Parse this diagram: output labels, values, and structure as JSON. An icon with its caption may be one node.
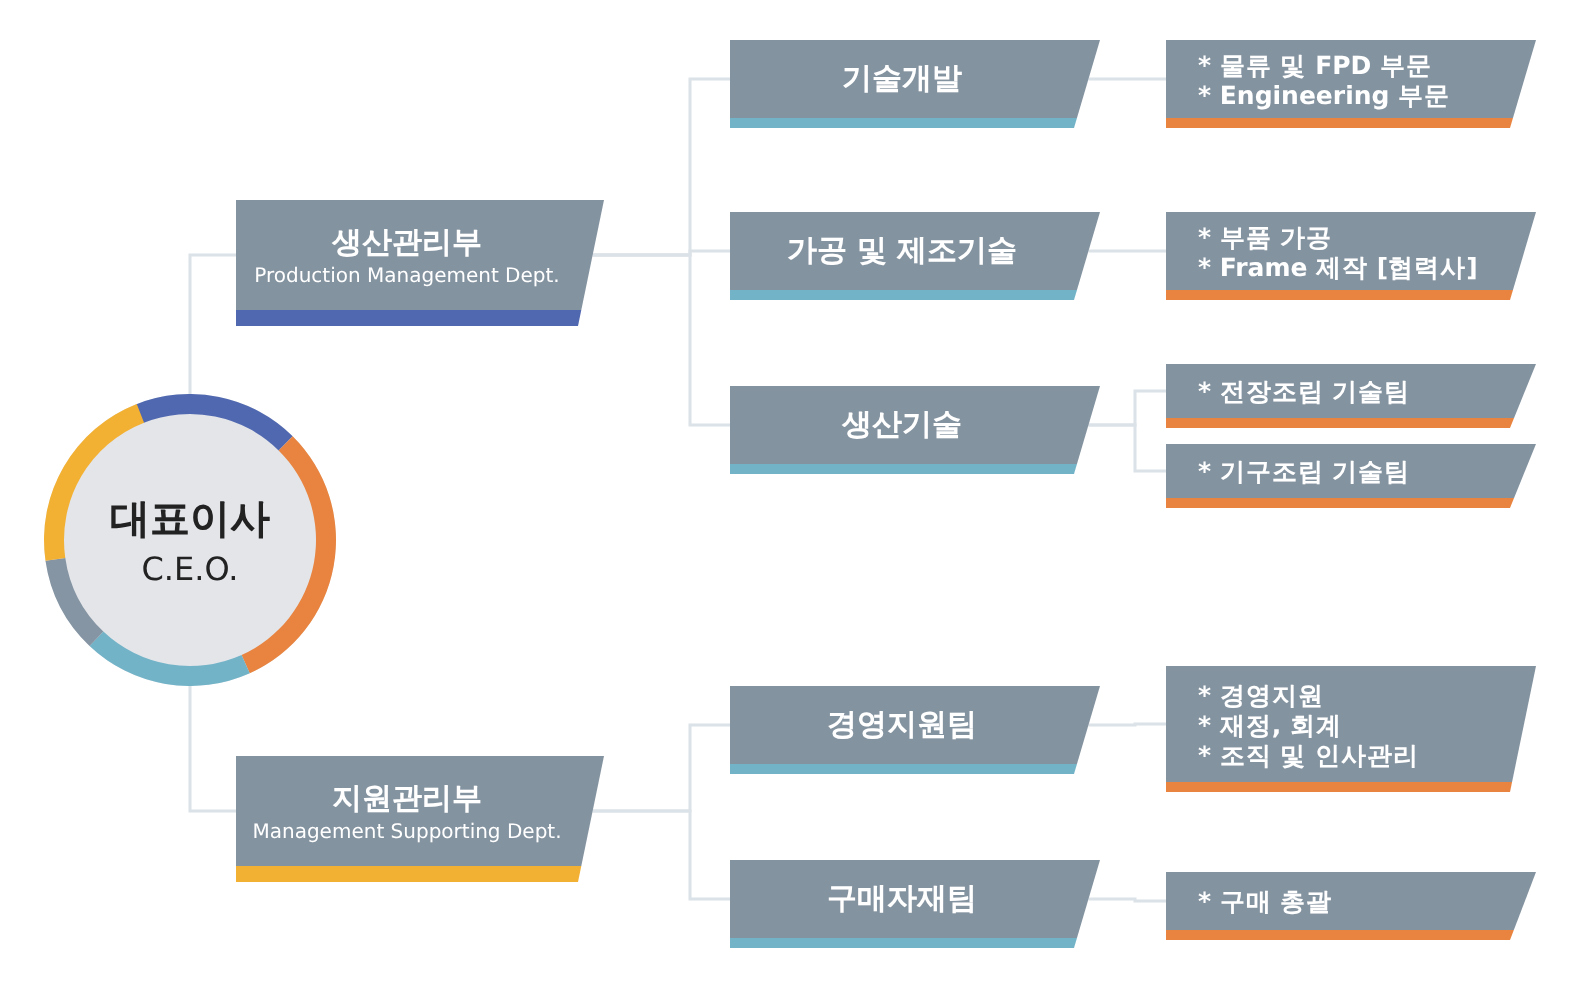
{
  "diagram": {
    "nodes": [
      {
        "text": [
          "대표이사",
          "C.E.O."
        ]
      },
      {
        "text": [
          "생산관리부",
          "Production Management Dept."
        ]
      },
      {
        "text": [
          "지원관리부",
          "Management Supporting Dept."
        ]
      },
      {
        "text": [
          "기술개발"
        ]
      },
      {
        "text": [
          "가공 및 제조기술"
        ]
      },
      {
        "text": [
          "생산기술"
        ]
      },
      {
        "text": [
          "경영지원팀"
        ]
      },
      {
        "text": [
          "구매자재팀"
        ]
      },
      {
        "text": [
          "* 물류 및 FPD 부문",
          "* Engineering 부문"
        ]
      },
      {
        "text": [
          "* 부품 가공",
          "* Frame 제작 [협력사]"
        ]
      },
      {
        "text": [
          "* 전장조립 기술팀"
        ]
      },
      {
        "text": [
          "* 기구조립 기술팀"
        ]
      },
      {
        "text": [
          "* 경영지원",
          "* 재정, 회계",
          "* 조직 및 인사관리"
        ]
      },
      {
        "text": [
          "* 구매 총괄"
        ]
      }
    ],
    "edges": [
      {
        "from": 0,
        "to": 1,
        "arrow": "none"
      },
      {
        "from": 0,
        "to": 2,
        "arrow": "none"
      },
      {
        "from": 1,
        "to": 3,
        "arrow": "none"
      },
      {
        "from": 1,
        "to": 4,
        "arrow": "none"
      },
      {
        "from": 1,
        "to": 5,
        "arrow": "none"
      },
      {
        "from": 2,
        "to": 6,
        "arrow": "none"
      },
      {
        "from": 2,
        "to": 7,
        "arrow": "none"
      },
      {
        "from": 3,
        "to": 8,
        "arrow": "none"
      },
      {
        "from": 4,
        "to": 9,
        "arrow": "none"
      },
      {
        "from": 5,
        "to": 10,
        "arrow": "none"
      },
      {
        "from": 5,
        "to": 11,
        "arrow": "none"
      },
      {
        "from": 6,
        "to": 12,
        "arrow": "none"
      },
      {
        "from": 7,
        "to": 13,
        "arrow": "none"
      }
    ]
  }
}
